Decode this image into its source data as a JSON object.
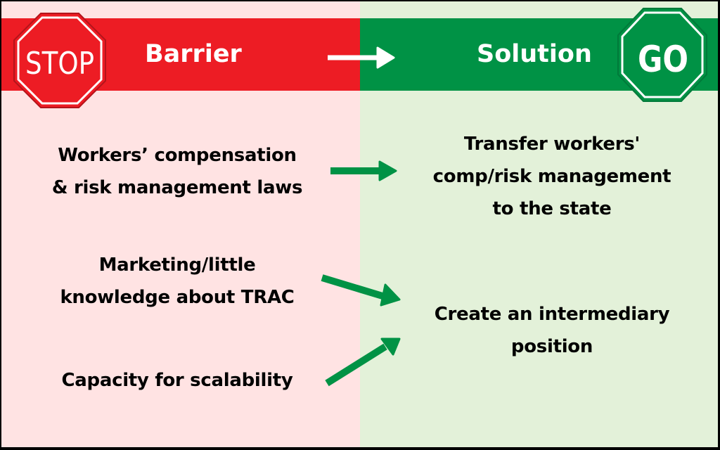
{
  "header": {
    "stop_sign_label": "STOP",
    "barrier_title": "Barrier",
    "solution_title": "Solution",
    "go_sign_label": "GO",
    "header_arrow_icon": "arrow-right-icon"
  },
  "colors": {
    "barrier_band": "#ED1C24",
    "barrier_background": "#FFE3E3",
    "solution_band": "#009245",
    "solution_background": "#E3F1D9",
    "arrow_color": "#009245"
  },
  "barriers": [
    {
      "lines": [
        "Workers’ compensation",
        "& risk management laws"
      ]
    },
    {
      "lines": [
        "Marketing/little",
        "knowledge about TRAC"
      ]
    },
    {
      "lines": [
        "Capacity for scalability"
      ]
    }
  ],
  "solutions": [
    {
      "lines": [
        "Transfer workers'",
        "comp/risk management",
        "to the state"
      ]
    },
    {
      "lines": [
        "Create an intermediary",
        "position"
      ]
    }
  ],
  "connections": [
    {
      "from": "barriers.0",
      "to": "solutions.0"
    },
    {
      "from": "barriers.1",
      "to": "solutions.1"
    },
    {
      "from": "barriers.2",
      "to": "solutions.1"
    }
  ]
}
